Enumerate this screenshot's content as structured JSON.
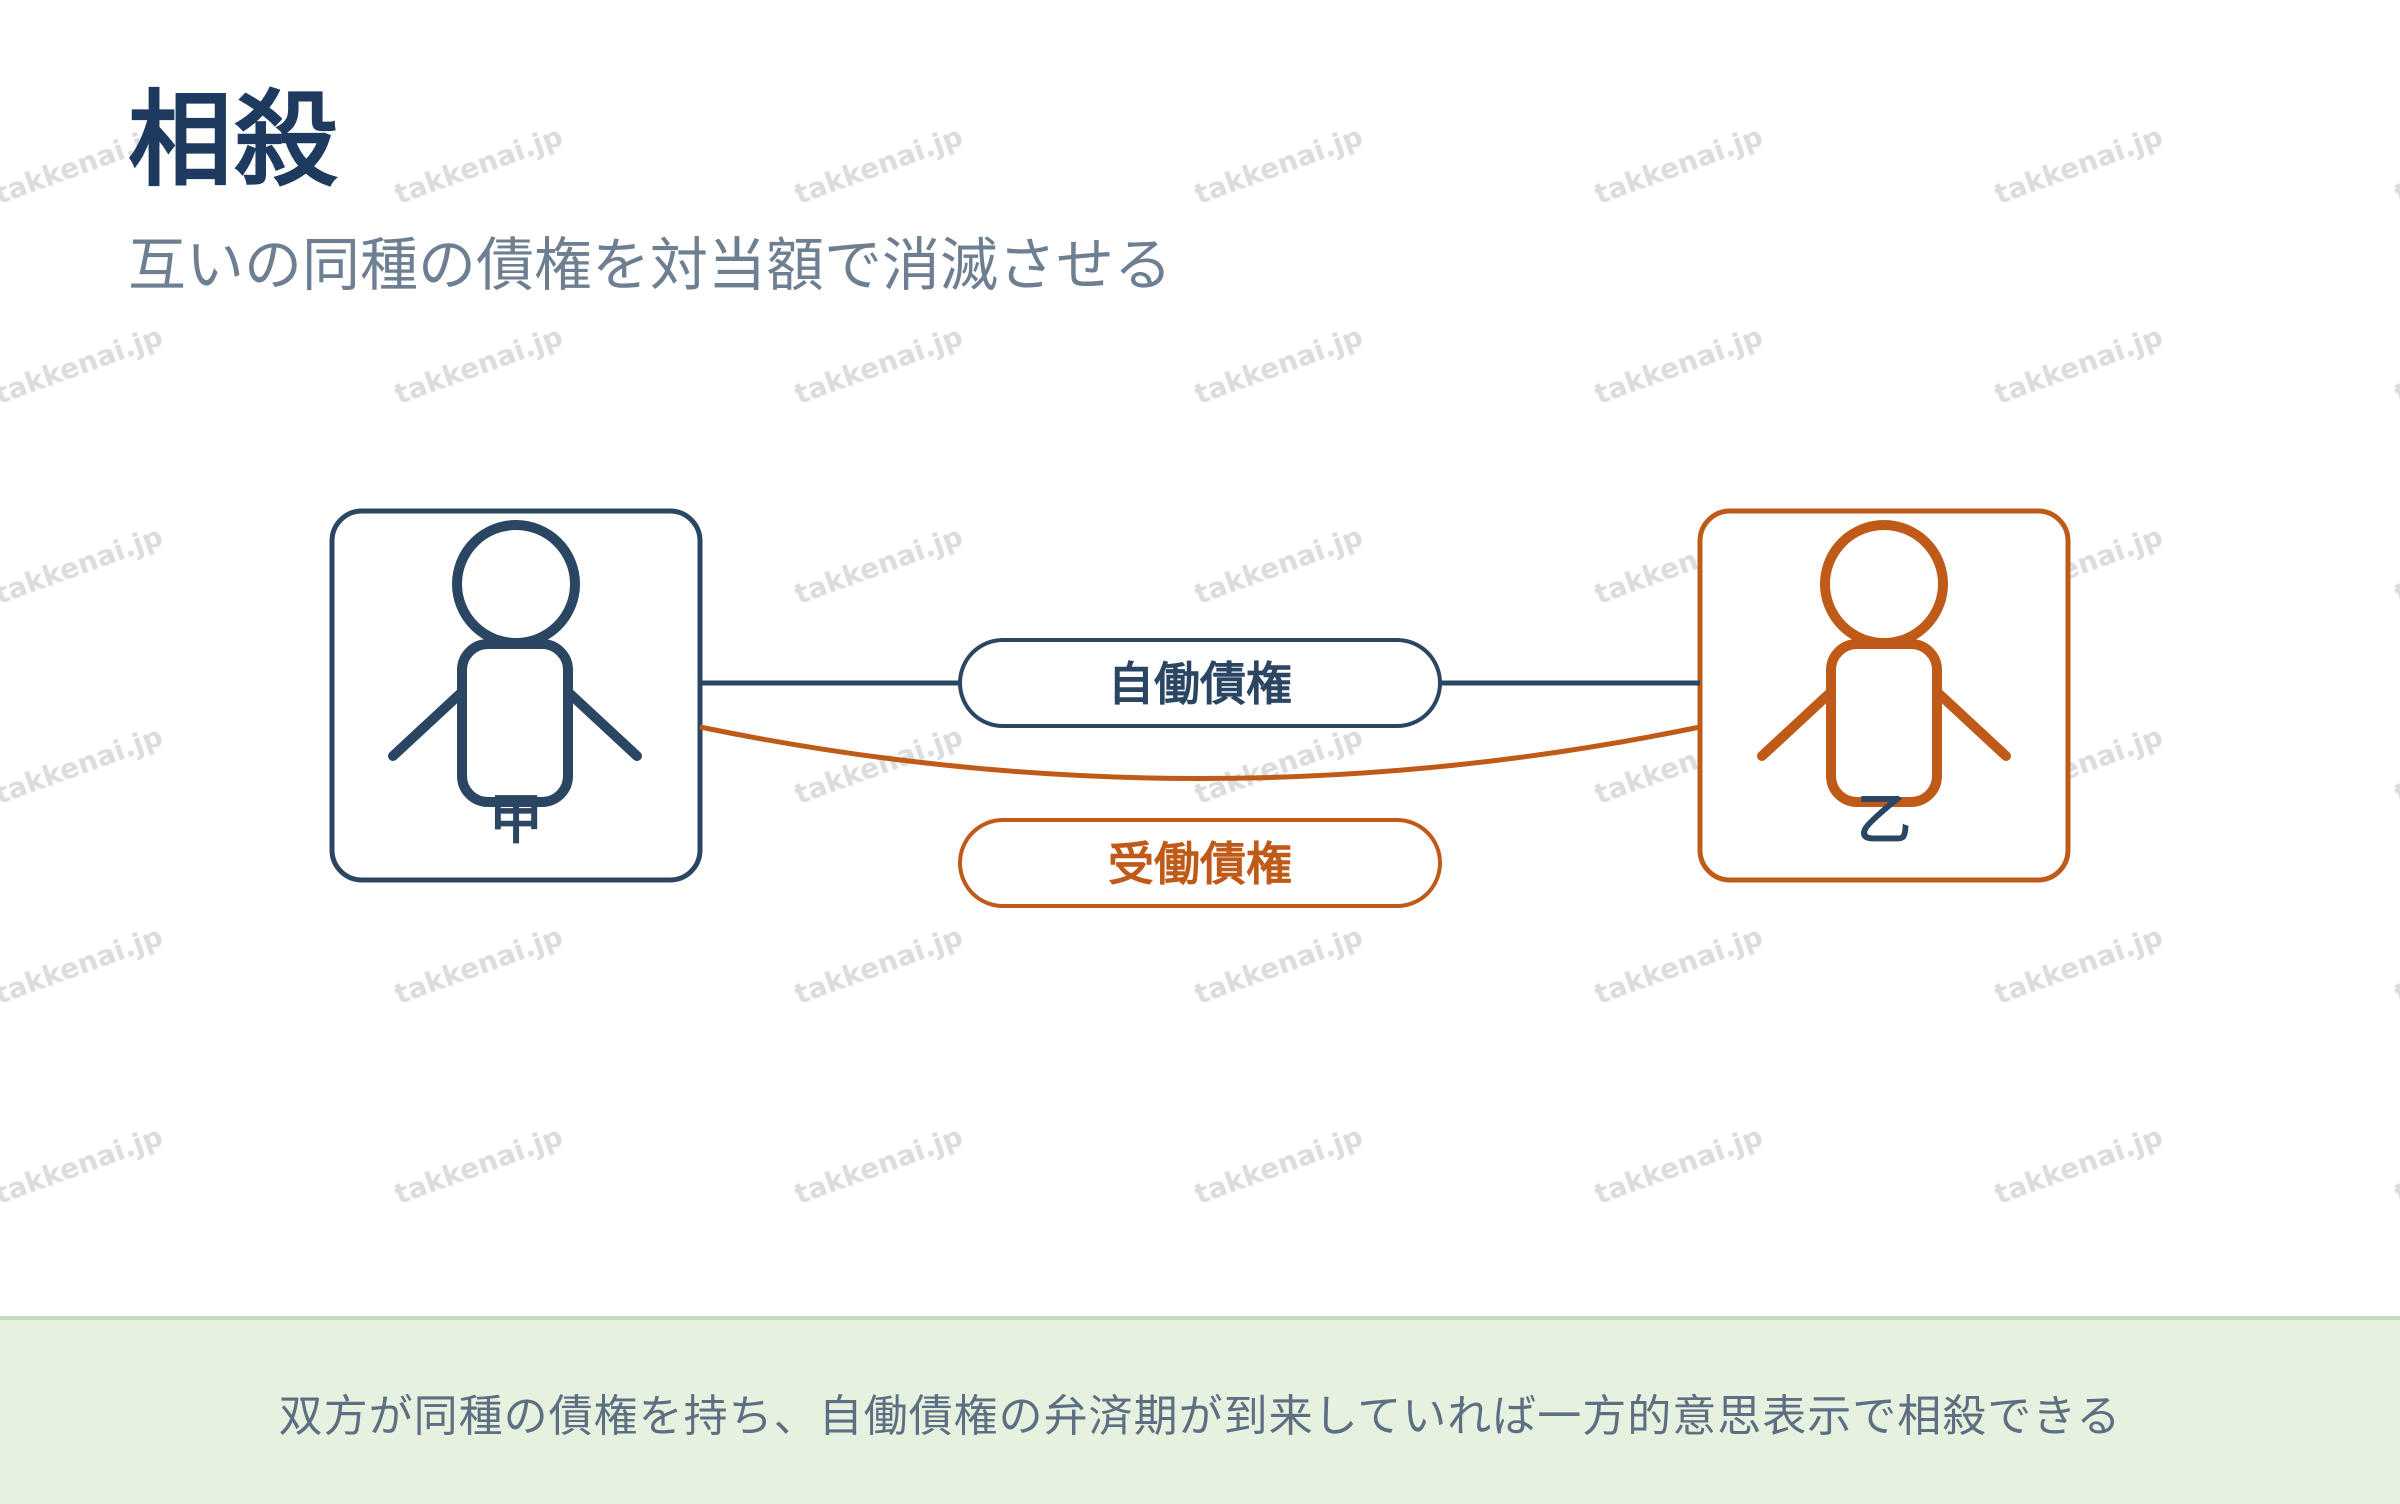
{
  "title": "相殺",
  "subtitle": "互いの同種の債権を対当額で消滅させる",
  "parties": {
    "left": {
      "label": "甲",
      "color": "#2b4663"
    },
    "right": {
      "label": "乙",
      "color": "#c05a18"
    }
  },
  "claims": {
    "upper": {
      "label": "自働債権",
      "color": "#2b4663"
    },
    "lower": {
      "label": "受働債権",
      "color": "#c05a18"
    }
  },
  "footer": {
    "text": "双方が同種の債権を持ち、自働債権の弁済期が到来していれば一方的意思表示で相殺できる",
    "background": "#e6f2df"
  },
  "watermark": {
    "text": "takkenai.jp",
    "color": "#dcdcdc"
  },
  "colors": {
    "title": "#1f3a5f",
    "subtitle": "#6d7f91",
    "footer_text": "#5d6f82"
  }
}
